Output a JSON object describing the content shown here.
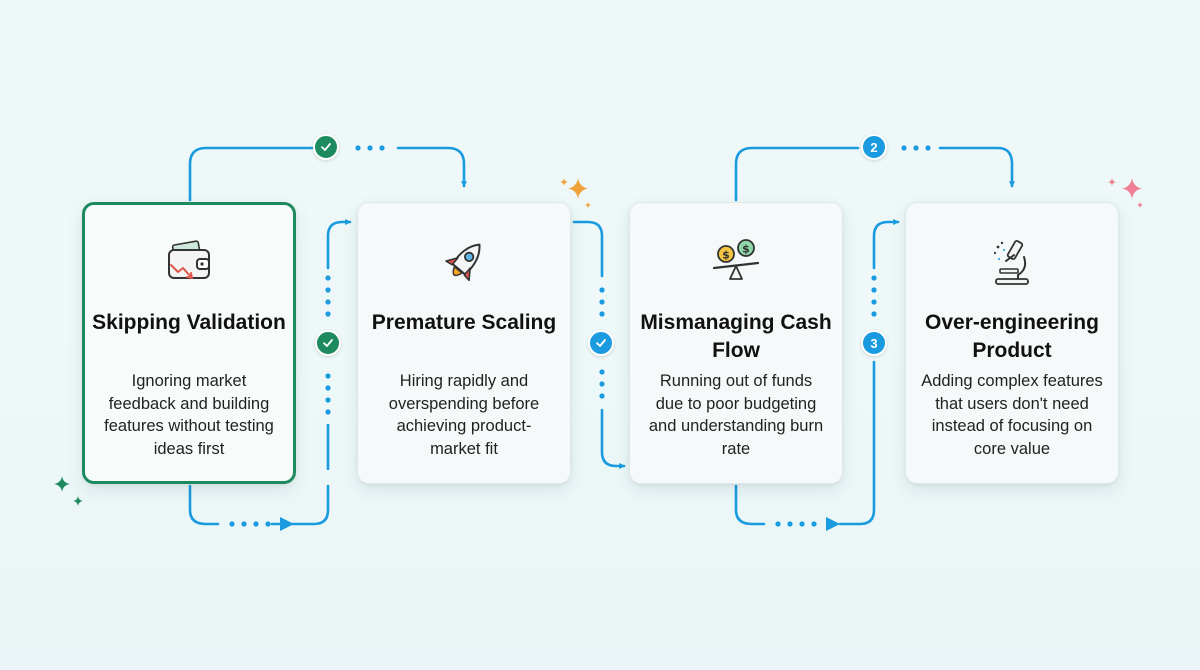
{
  "steps": [
    {
      "title": "Skipping Validation",
      "description": "Ignoring market feedback and building features without testing ideas first",
      "icon": "wallet-decline-icon",
      "active": true
    },
    {
      "title": "Premature Scaling",
      "description": "Hiring rapidly and overspending before achieving product-market fit",
      "icon": "rocket-icon",
      "active": false
    },
    {
      "title": "Mismanaging Cash Flow",
      "description": "Running out of funds due to poor budgeting and understanding burn rate",
      "icon": "coin-balance-icon",
      "active": false
    },
    {
      "title": "Over-engineering Product",
      "description": "Adding complex features that users don't need instead of focusing on core value",
      "icon": "microscope-icon",
      "active": false
    }
  ],
  "badges": [
    {
      "label": "",
      "kind": "check",
      "color": "#1e8a5f"
    },
    {
      "label": "",
      "kind": "check",
      "color": "#1e8a5f"
    },
    {
      "label": "",
      "kind": "check",
      "color": "#1a9be0"
    },
    {
      "label": "2",
      "kind": "number",
      "color": "#1a9be0"
    },
    {
      "label": "3",
      "kind": "number",
      "color": "#1a9be0"
    }
  ],
  "colors": {
    "accent": "#1a9be0",
    "active": "#1e8a5f",
    "sparkle_orange": "#f0a23a",
    "sparkle_pink": "#ef7f95"
  }
}
